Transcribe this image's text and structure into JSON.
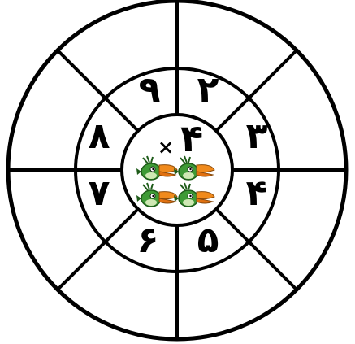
{
  "center": {
    "operator": "×",
    "multiplier": "۴",
    "bird_count": 4
  },
  "inner_ring": [
    {
      "position": "top-left",
      "value": "۹"
    },
    {
      "position": "top-right",
      "value": "۲"
    },
    {
      "position": "right-upper",
      "value": "۳"
    },
    {
      "position": "right-lower",
      "value": "۴"
    },
    {
      "position": "bottom-right",
      "value": "۵"
    },
    {
      "position": "bottom-left",
      "value": "۶"
    },
    {
      "position": "left-lower",
      "value": "۷"
    },
    {
      "position": "left-upper",
      "value": "۸"
    }
  ],
  "outer_ring": [
    {
      "position": "top-left",
      "value": ""
    },
    {
      "position": "top-right",
      "value": ""
    },
    {
      "position": "right-upper",
      "value": ""
    },
    {
      "position": "right-lower",
      "value": ""
    },
    {
      "position": "bottom-right",
      "value": ""
    },
    {
      "position": "bottom-left",
      "value": ""
    },
    {
      "position": "left-lower",
      "value": ""
    },
    {
      "position": "left-upper",
      "value": ""
    }
  ],
  "colors": {
    "line": "#000000",
    "background": "#ffffff",
    "bird_body": "#3e9a36",
    "bird_beak": "#f08a1c"
  },
  "icons": {
    "center_picture": "green-bird-icon"
  }
}
